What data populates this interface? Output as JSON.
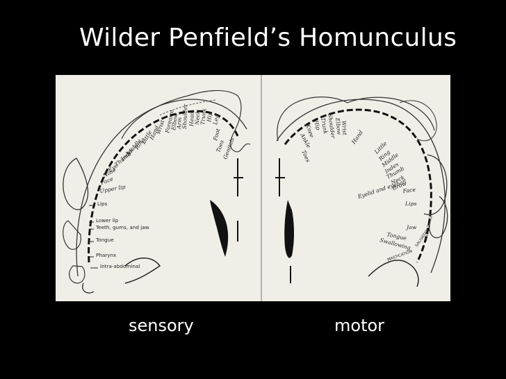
{
  "slide": {
    "title": "Wilder Penfield’s Homunculus",
    "captions": {
      "sensory": "sensory",
      "motor": "motor"
    }
  },
  "sensory_labels": [
    "Genitals",
    "Toes",
    "Foot",
    "Leg",
    "Hip",
    "Trunk",
    "Neck",
    "Head",
    "Shoulder",
    "Arm",
    "Elbow",
    "Forearm",
    "Wrist",
    "Hand",
    "Little",
    "Ring",
    "Middle",
    "Index",
    "Thumb",
    "Eye",
    "Nose",
    "Face",
    "Upper lip",
    "Lips",
    "Lower lip",
    "Teeth, gums, and jaw",
    "Tongue",
    "Pharynx",
    "Intra-abdominal"
  ],
  "motor_labels": [
    "Toes",
    "Ankle",
    "Knee",
    "Hip",
    "Trunk",
    "Shoulder",
    "Elbow",
    "Wrist",
    "Hand",
    "Little",
    "Ring",
    "Middle",
    "Index",
    "Thumb",
    "Neck",
    "Brow",
    "Eyelid and eyeball",
    "Face",
    "Lips",
    "Jaw",
    "Tongue",
    "Swallowing",
    "VOCALIZATION",
    "SALIVATION",
    "MASTICATION"
  ]
}
